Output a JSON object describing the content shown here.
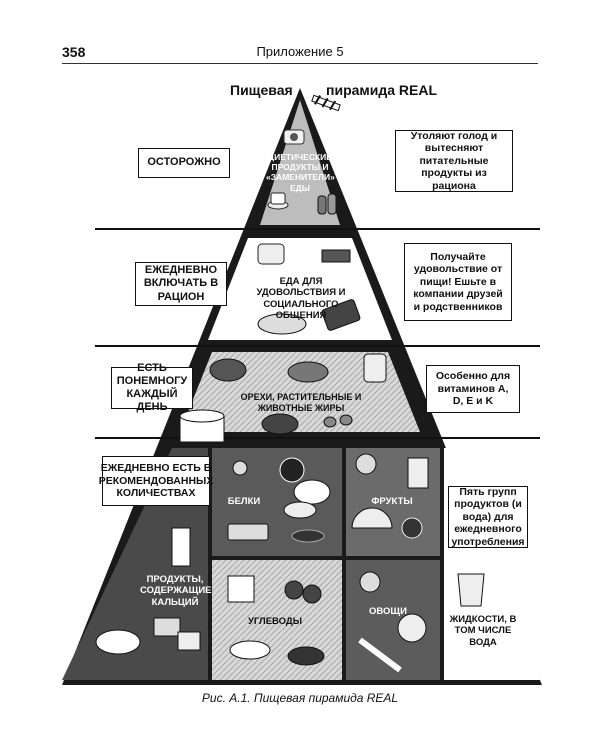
{
  "header": {
    "page_number": "358",
    "title": "Приложение 5"
  },
  "pyramid": {
    "title_left": "Пищевая",
    "title_right": "пирамида REAL",
    "levels": [
      {
        "left_note": "ОСТОРОЖНО",
        "center_label": "ДИЕТИЧЕСКИЕ ПРОДУКТЫ И «ЗАМЕНИТЕЛИ» ЕДЫ",
        "right_note": "Утоляют голод и вытесняют питательные продукты из рациона"
      },
      {
        "left_note": "ЕЖЕДНЕВНО ВКЛЮЧАТЬ В РАЦИОН",
        "center_label": "ЕДА ДЛЯ УДОВОЛЬСТВИЯ И СОЦИАЛЬНОГО ОБЩЕНИЯ",
        "right_note": "Получайте удовольствие от пищи! Ешьте в компании друзей и родственников"
      },
      {
        "left_note": "ЕСТЬ ПОНЕМНОГУ КАЖДЫЙ ДЕНЬ",
        "center_label": "ОРЕХИ, РАСТИТЕЛЬНЫЕ И ЖИВОТНЫЕ ЖИРЫ",
        "right_note": "Особенно для витаминов А, D, E и K"
      },
      {
        "left_note": "ЕЖЕДНЕВНО ЕСТЬ В РЕКОМЕНДОВАННЫХ КОЛИЧЕСТВАХ",
        "right_note": "Пять групп продуктов (и вода) для ежедневного употребления",
        "groups": {
          "protein": "БЕЛКИ",
          "fruits": "ФРУКТЫ",
          "calcium": "ПРОДУКТЫ, СОДЕРЖАЩИЕ КАЛЬЦИЙ",
          "grains": "УГЛЕВОДЫ",
          "vegetables": "ОВОЩИ",
          "liquids": "ЖИДКОСТИ, В ТОМ ЧИСЛЕ ВОДА"
        }
      }
    ]
  },
  "caption": "Рис. А.1. Пищевая пирамида REAL"
}
